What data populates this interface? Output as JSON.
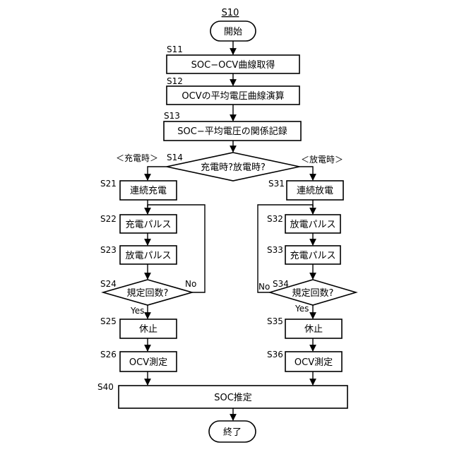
{
  "diagram": {
    "title": "S10",
    "start": "開始",
    "end": "終了",
    "steps": {
      "s11": {
        "label": "S11",
        "text": "SOC−OCV曲線取得"
      },
      "s12": {
        "label": "S12",
        "text": "OCVの平均電圧曲線演算"
      },
      "s13": {
        "label": "S13",
        "text": "SOC−平均電圧の関係記録"
      },
      "s14": {
        "label": "S14",
        "text": "充電時?放電時?"
      },
      "s21": {
        "label": "S21",
        "text": "連続充電"
      },
      "s22": {
        "label": "S22",
        "text": "充電パルス"
      },
      "s23": {
        "label": "S23",
        "text": "放電パルス"
      },
      "s24": {
        "label": "S24",
        "text": "規定回数?"
      },
      "s25": {
        "label": "S25",
        "text": "休止"
      },
      "s26": {
        "label": "S26",
        "text": "OCV測定"
      },
      "s31": {
        "label": "S31",
        "text": "連続放電"
      },
      "s32": {
        "label": "S32",
        "text": "放電パルス"
      },
      "s33": {
        "label": "S33",
        "text": "充電パルス"
      },
      "s34": {
        "label": "S34",
        "text": "規定回数?"
      },
      "s35": {
        "label": "S35",
        "text": "休止"
      },
      "s36": {
        "label": "S36",
        "text": "OCV測定"
      },
      "s40": {
        "label": "S40",
        "text": "SOC推定"
      }
    },
    "branch_labels": {
      "charge": "＜充電時＞",
      "discharge": "＜放電時＞",
      "yes_left": "Yes",
      "no_left": "No",
      "yes_right": "Yes",
      "no_right": "No"
    }
  }
}
